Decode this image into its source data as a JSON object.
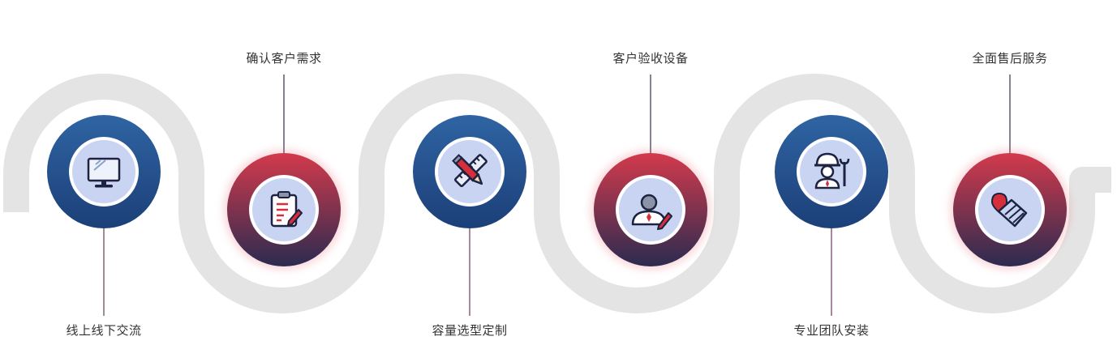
{
  "colors": {
    "track": "#e4e4e4",
    "blue_light": "#2f64a3",
    "blue_dark": "#1c3f78",
    "red_light": "#d33a4c",
    "red_dark": "#2b2b50",
    "inner_disc": "#c9d4f2",
    "icon_stroke": "#1c2240",
    "icon_red": "#d62e3a"
  },
  "steps": [
    {
      "label": "线上线下交流",
      "icon": "monitor-icon",
      "tone": "blue"
    },
    {
      "label": "确认客户需求",
      "icon": "clipboard-icon",
      "tone": "red"
    },
    {
      "label": "容量选型定制",
      "icon": "ruler-pencil-icon",
      "tone": "blue"
    },
    {
      "label": "客户验收设备",
      "icon": "customer-check-icon",
      "tone": "red"
    },
    {
      "label": "专业团队安装",
      "icon": "worker-wrench-icon",
      "tone": "blue"
    },
    {
      "label": "全面售后服务",
      "icon": "handshake-heart-icon",
      "tone": "red"
    }
  ]
}
